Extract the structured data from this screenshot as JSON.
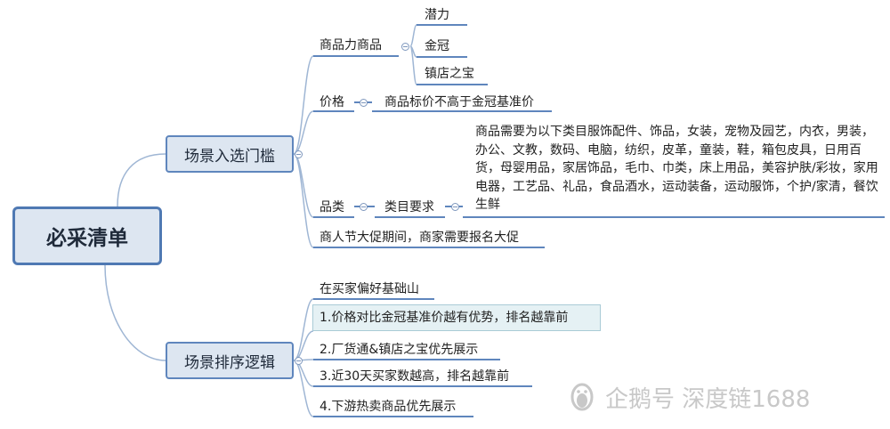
{
  "root": {
    "label": "必采清单"
  },
  "branches": [
    {
      "label": "场景入选门槛",
      "children": [
        {
          "label": "商品力商品",
          "items": [
            "潜力",
            "金冠",
            "镇店之宝"
          ]
        },
        {
          "label": "价格",
          "detail": "商品标价不高于金冠基准价"
        },
        {
          "label": "品类",
          "sub_label": "类目要求",
          "detail": "商品需要为以下类目服饰配件、饰品，女装，宠物及园艺，内衣，男装，办公、文教，数码、电脑，纺织，皮革，童装，鞋，箱包皮具，日用百货，母婴用品，家居饰品，毛巾、巾类，床上用品，美容护肤/彩妆，家用电器，工艺品、礼品，食品酒水，运动装备，运动服饰，个护/家清，餐饮生鲜"
        },
        {
          "label": "商人节大促期间，商家需要报名大促"
        }
      ]
    },
    {
      "label": "场景排序逻辑",
      "children": [
        {
          "label": "在买家偏好基础山"
        },
        {
          "label": "1.价格对比金冠基准价越有优势，排名越靠前"
        },
        {
          "label": "2.厂货通&镇店之宝优先展示"
        },
        {
          "label": "3.近30天买家数越高，排名越靠前"
        },
        {
          "label": "4.下游热卖商品优先展示"
        }
      ]
    }
  ],
  "watermark": {
    "text": "企鹅号 深度链1688"
  },
  "colors": {
    "line": "#5f86bd",
    "curve": "#9fb6d4",
    "node_fill": "#dde6f1",
    "highlight": "#e5f1f4",
    "watermark": "#c8c8c8"
  }
}
